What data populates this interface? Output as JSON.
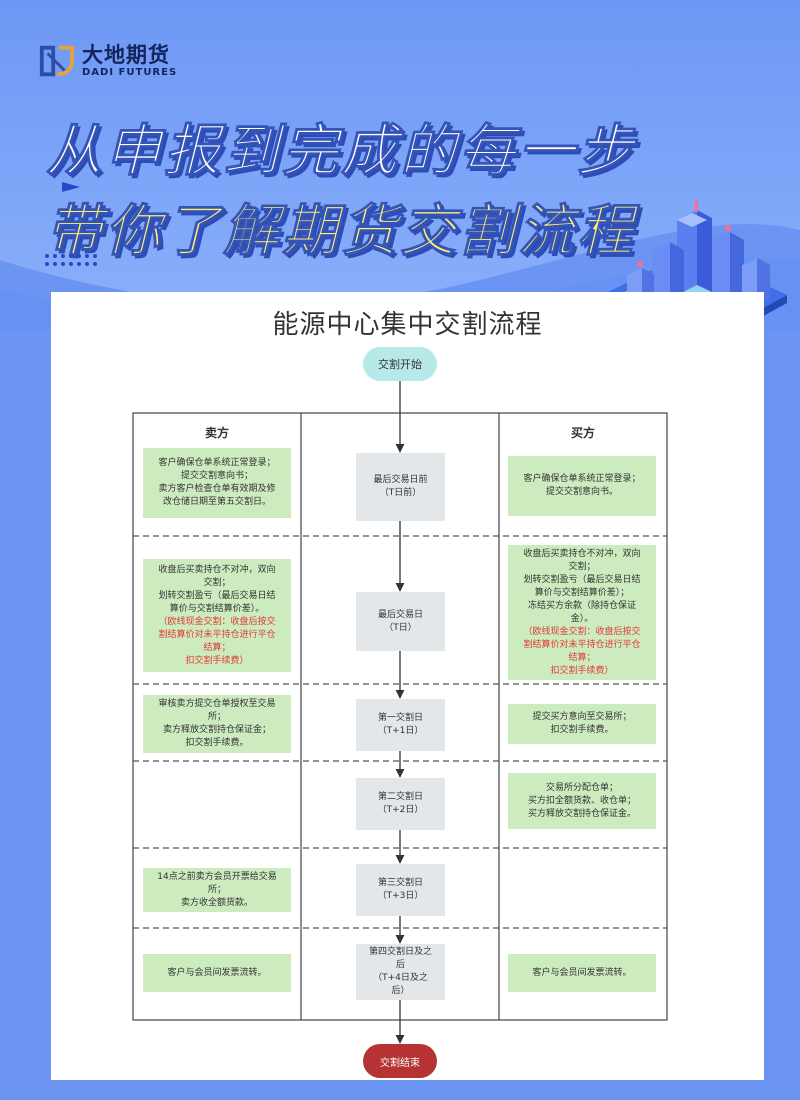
{
  "brand": {
    "name_cn": "大地期货",
    "name_en": "DADI FUTURES"
  },
  "headline": {
    "line1": "从申报到完成的每一步",
    "line2": "带你了解期货交割流程"
  },
  "diagram": {
    "title": "能源中心集中交割流程",
    "start": "交割开始",
    "end": "交割结束",
    "seller_header": "卖方",
    "buyer_header": "买方",
    "stages": [
      {
        "center": [
          "最后交易日前",
          "（T日前）"
        ],
        "seller": [
          "客户确保仓单系统正常登录；",
          "提交交割意向书；",
          "卖方客户检查仓单有效期及修",
          "改仓储日期至第五交割日。"
        ],
        "seller_red": [],
        "buyer": [
          "客户确保仓单系统正常登录；",
          "提交交割意向书。"
        ],
        "buyer_red": []
      },
      {
        "center": [
          "最后交易日",
          "（T日）"
        ],
        "seller": [
          "收盘后买卖持仓不对冲，双向",
          "交割；",
          "划转交割盈亏（最后交易日结",
          "算价与交割结算价差）。"
        ],
        "seller_red": [
          "（欧线现金交割：收盘后按交",
          "割结算价对未平持仓进行平仓",
          "结算；",
          "扣交割手续费）"
        ],
        "buyer": [
          "收盘后买卖持仓不对冲，双向",
          "交割；",
          "划转交割盈亏（最后交易日结",
          "算价与交割结算价差）；",
          "冻结买方余款（除持仓保证",
          "金）。"
        ],
        "buyer_red": [
          "（欧线现金交割：收盘后按交",
          "割结算价对未平持仓进行平仓",
          "结算；",
          "扣交割手续费）"
        ]
      },
      {
        "center": [
          "第一交割日",
          "（T+1日）"
        ],
        "seller": [
          "审核卖方提交仓单授权至交易",
          "所；",
          "卖方释放交割持仓保证金；",
          "扣交割手续费。"
        ],
        "seller_red": [],
        "buyer": [
          "提交买方意向至交易所；",
          "扣交割手续费。"
        ],
        "buyer_red": []
      },
      {
        "center": [
          "第二交割日",
          "（T+2日）"
        ],
        "seller": [],
        "seller_red": [],
        "buyer": [
          "交易所分配仓单；",
          "买方扣全额货款、收仓单；",
          "买方释放交割持仓保证金。"
        ],
        "buyer_red": []
      },
      {
        "center": [
          "第三交割日",
          "（T+3日）"
        ],
        "seller": [
          "14点之前卖方会员开票给交易",
          "所；",
          "卖方收全额货款。"
        ],
        "seller_red": [],
        "buyer": [],
        "buyer_red": []
      },
      {
        "center": [
          "第四交割日及之",
          "后",
          "（T+4日及之",
          "后）"
        ],
        "seller": [
          "客户与会员间发票流转。"
        ],
        "seller_red": [],
        "buyer": [
          "客户与会员间发票流转。"
        ],
        "buyer_red": []
      }
    ]
  },
  "colors": {
    "background": "#6c95f3",
    "start_node": "#b8e9e9",
    "end_node": "#b53333",
    "green_box": "#ccebbf",
    "gray_box": "#e4e7ea",
    "note_red": "#e53935",
    "headline_yellow": "#fff176"
  }
}
